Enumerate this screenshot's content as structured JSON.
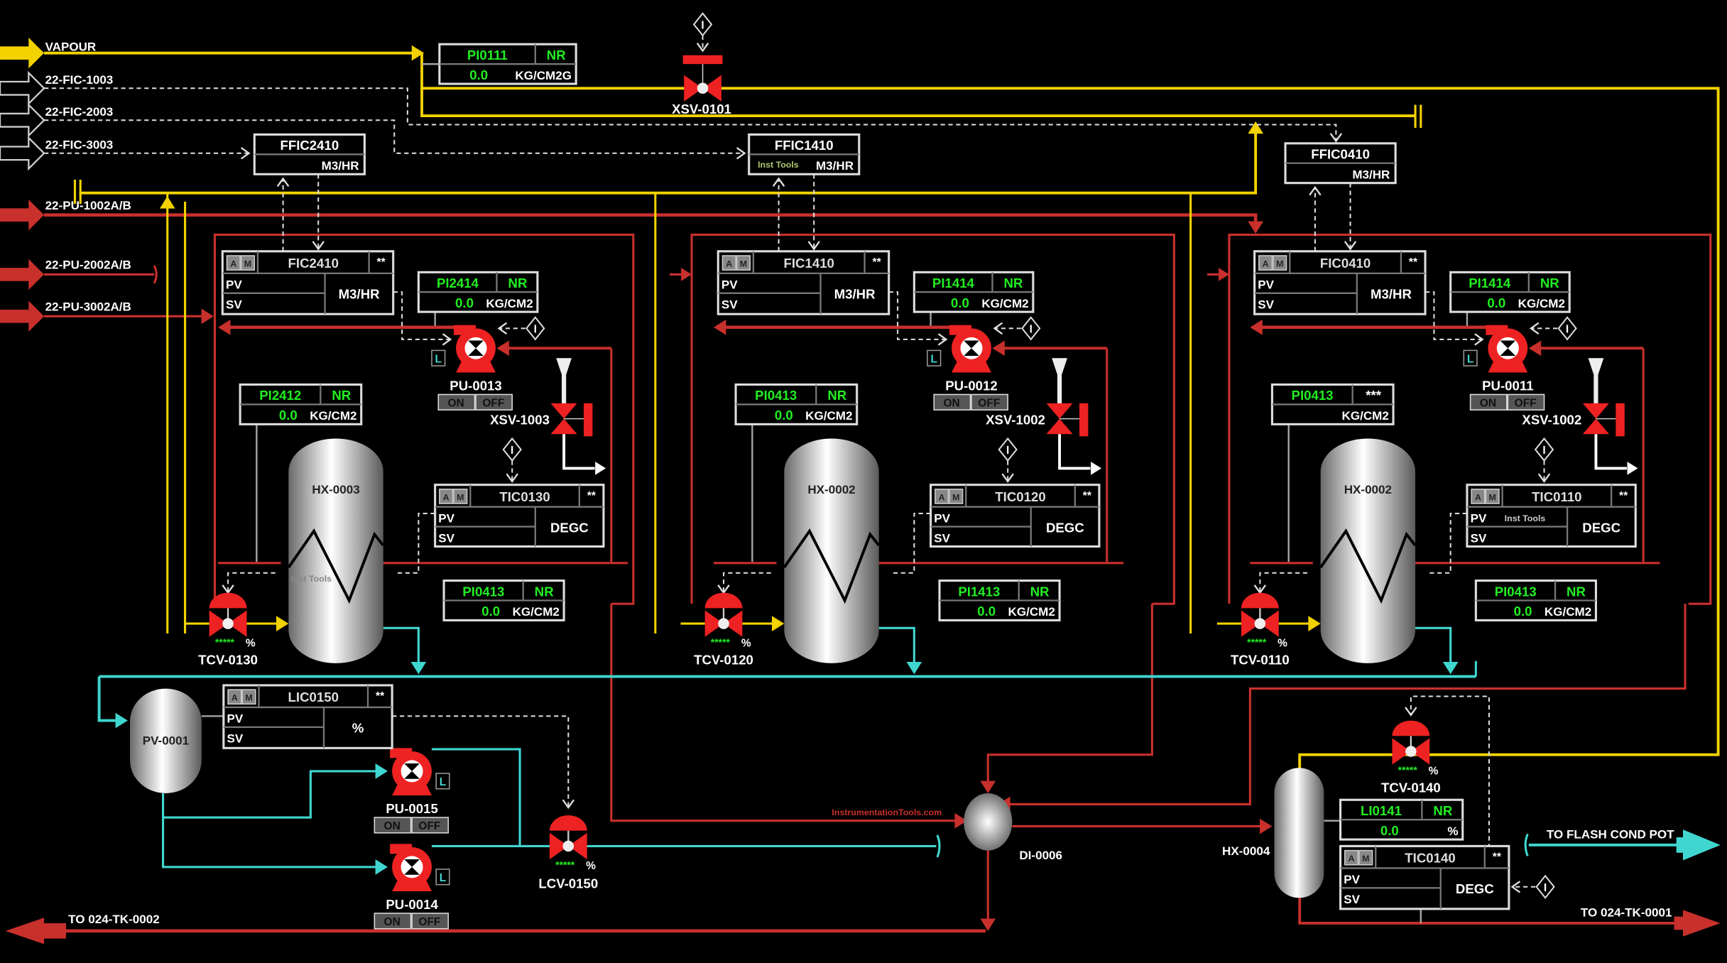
{
  "colors": {
    "steam": "#f2d200",
    "process": "#c8302c",
    "cooling": "#3fd6d0",
    "signal": "#e0e0e0",
    "value": "#22ee22",
    "valve": "#ee2222"
  },
  "streams": {
    "vapour": "VAPOUR",
    "fic1003": "22-FIC-1003",
    "fic2003": "22-FIC-2003",
    "fic3003": "22-FIC-3003",
    "pu1002": "22-PU-1002A/B",
    "pu2002": "22-PU-2002A/B",
    "pu3002": "22-PU-3002A/B",
    "tk0002": "TO 024-TK-0002",
    "tk0001": "TO 024-TK-0001",
    "flash": "TO FLASH COND POT"
  },
  "common": {
    "auto": "A",
    "manual": "M",
    "pv": "PV",
    "sv": "SV",
    "on": "ON",
    "off": "OFF",
    "local": "L",
    "interlock": "I",
    "watermark": "Inst Tools",
    "website": "InstrumentationTools.com"
  },
  "pi0111": {
    "tag": "PI0111",
    "status": "NR",
    "value": "0.0",
    "unit": "KG/CM2G"
  },
  "xsv0101": {
    "tag": "XSV-0101"
  },
  "ffic": [
    {
      "tag": "FFIC2410",
      "unit": "M3/HR",
      "note": ""
    },
    {
      "tag": "FFIC1410",
      "unit": "M3/HR",
      "note": "Inst Tools"
    },
    {
      "tag": "FFIC0410",
      "unit": "M3/HR",
      "note": ""
    }
  ],
  "units": [
    {
      "fic": {
        "tag": "FIC2410",
        "alarm": "**",
        "unit": "M3/HR"
      },
      "pi_pump": {
        "tag": "PI2414",
        "status": "NR",
        "value": "0.0",
        "unit": "KG/CM2"
      },
      "pump": {
        "tag": "PU-0013"
      },
      "xsv": {
        "tag": "XSV-1003"
      },
      "pi_vessel": {
        "tag": "PI2412",
        "status": "NR",
        "value": "0.0",
        "unit": "KG/CM2"
      },
      "hx": {
        "tag": "HX-0003",
        "note": "Inst Tools"
      },
      "tic": {
        "tag": "TIC0130",
        "alarm": "**",
        "unit": "DEGC",
        "note": ""
      },
      "pi_out": {
        "tag": "PI0413",
        "status": "NR",
        "value": "0.0",
        "unit": "KG/CM2"
      },
      "tcv": {
        "tag": "TCV-0130",
        "stars": "*****",
        "unit": "%"
      }
    },
    {
      "fic": {
        "tag": "FIC1410",
        "alarm": "**",
        "unit": "M3/HR"
      },
      "pi_pump": {
        "tag": "PI1414",
        "status": "NR",
        "value": "0.0",
        "unit": "KG/CM2"
      },
      "pump": {
        "tag": "PU-0012"
      },
      "xsv": {
        "tag": "XSV-1002"
      },
      "pi_vessel": {
        "tag": "PI0413",
        "status": "NR",
        "value": "0.0",
        "unit": "KG/CM2"
      },
      "hx": {
        "tag": "HX-0002",
        "note": ""
      },
      "tic": {
        "tag": "TIC0120",
        "alarm": "**",
        "unit": "DEGC",
        "note": ""
      },
      "pi_out": {
        "tag": "PI1413",
        "status": "NR",
        "value": "0.0",
        "unit": "KG/CM2"
      },
      "tcv": {
        "tag": "TCV-0120",
        "stars": "*****",
        "unit": "%"
      }
    },
    {
      "fic": {
        "tag": "FIC0410",
        "alarm": "**",
        "unit": "M3/HR"
      },
      "pi_pump": {
        "tag": "PI1414",
        "status": "NR",
        "value": "0.0",
        "unit": "KG/CM2"
      },
      "pump": {
        "tag": "PU-0011"
      },
      "xsv": {
        "tag": "XSV-1002"
      },
      "pi_vessel": {
        "tag": "PI0413",
        "status": "***",
        "value": "",
        "unit": "KG/CM2"
      },
      "hx": {
        "tag": "HX-0002",
        "note": ""
      },
      "tic": {
        "tag": "TIC0110",
        "alarm": "**",
        "unit": "DEGC",
        "note": "Inst Tools"
      },
      "pi_out": {
        "tag": "PI0413",
        "status": "NR",
        "value": "0.0",
        "unit": "KG/CM2"
      },
      "tcv": {
        "tag": "TCV-0110",
        "stars": "*****",
        "unit": "%"
      }
    }
  ],
  "bottom": {
    "pv0001": {
      "tag": "PV-0001"
    },
    "lic0150": {
      "tag": "LIC0150",
      "alarm": "**",
      "unit": "%"
    },
    "pu0015": {
      "tag": "PU-0015"
    },
    "pu0014": {
      "tag": "PU-0014"
    },
    "lcv0150": {
      "tag": "LCV-0150",
      "stars": "*****",
      "unit": "%"
    },
    "di0006": {
      "tag": "DI-0006"
    },
    "hx0004": {
      "tag": "HX-0004"
    },
    "tcv0140": {
      "tag": "TCV-0140",
      "stars": "*****",
      "unit": "%"
    },
    "li0141": {
      "tag": "LI0141",
      "status": "NR",
      "value": "0.0",
      "unit": "%"
    },
    "tic0140": {
      "tag": "TIC0140",
      "alarm": "**",
      "unit": "DEGC"
    }
  }
}
